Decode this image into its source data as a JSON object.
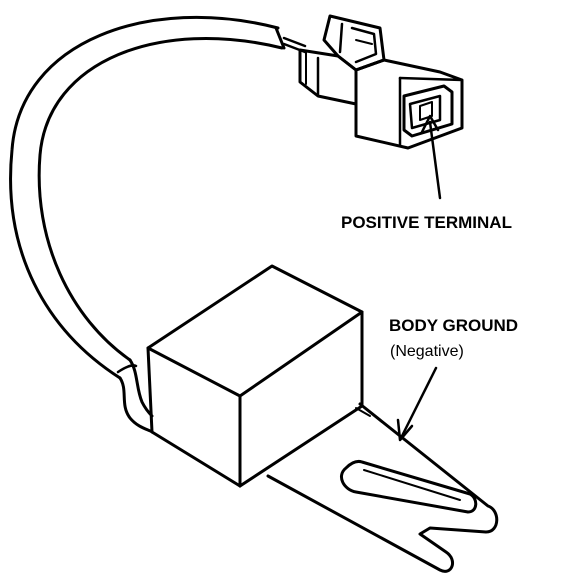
{
  "diagram": {
    "labels": {
      "positive_terminal": "POSITIVE TERMINAL",
      "body_ground": "BODY GROUND",
      "body_ground_sub": "(Negative)"
    },
    "colors": {
      "ink": "#000000",
      "paper": "#ffffff"
    }
  }
}
